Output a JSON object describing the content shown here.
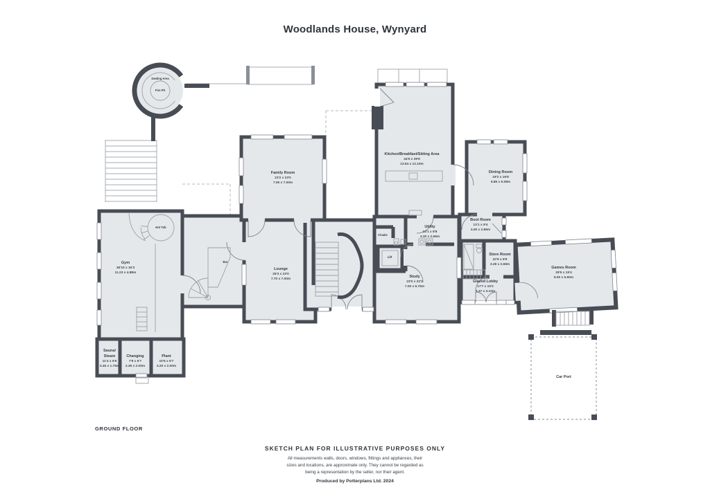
{
  "title": "Woodlands House, Wynyard",
  "floor_label": "GROUND FLOOR",
  "plan": {
    "rooms": {
      "seating": {
        "name": "Seating Area"
      },
      "firepit": {
        "name": "Fire Pit"
      },
      "family": {
        "name": "Family Room",
        "imperial": "23'2 x 23'0",
        "metric": "7.06 x 7.00m"
      },
      "kitchen": {
        "name": "Kitchen/Breakfast/Sitting Area",
        "imperial": "44'5 x 39'8",
        "metric": "13.54 x 12.10m"
      },
      "dining": {
        "name": "Dining Room",
        "imperial": "19'2 x 16'8",
        "metric": "5.85 x 5.08m"
      },
      "gym": {
        "name": "Gym",
        "imperial": "36'10 x 16'3",
        "metric": "11.23 x 4.88m"
      },
      "hottub": {
        "name": "Hot Tub"
      },
      "bar": {
        "name": "Bar"
      },
      "lounge": {
        "name": "Lounge",
        "imperial": "25'3 x 23'0",
        "metric": "7.70 x 7.00m"
      },
      "utility": {
        "name": "Utility",
        "imperial": "14'1 x 8'8",
        "metric": "4.30 x 2.66m"
      },
      "cloaks": {
        "name": "Cloaks"
      },
      "lift": {
        "name": "Lift"
      },
      "study": {
        "name": "Study",
        "imperial": "23'0 x 22'2",
        "metric": "7.00 x 6.75m"
      },
      "boot": {
        "name": "Boot Room",
        "imperial": "13'1 x 9'4",
        "metric": "4.00 x 2.86m"
      },
      "store": {
        "name": "Store Room",
        "imperial": "10'9 x 8'9",
        "metric": "3.28 x 2.68m"
      },
      "lobby": {
        "name": "Glazed Lobby",
        "imperial": "17'7 x 10'2",
        "metric": "5.37 x 3.10m"
      },
      "games": {
        "name": "Games Room",
        "imperial": "29'5 x 19'4",
        "metric": "9.00 x 5.90m"
      },
      "sauna": {
        "name": "Sauna/\nSteam",
        "imperial": "11'4 x 5'9",
        "metric": "3.45 x 1.75m"
      },
      "changing": {
        "name": "Changing",
        "imperial": "7'9 x 6'7",
        "metric": "2.36 x 2.00m"
      },
      "plant": {
        "name": "Plant",
        "imperial": "10'6 x 6'7",
        "metric": "3.20 x 2.00m"
      },
      "carport": {
        "name": "Car Port"
      }
    }
  },
  "footer": {
    "heading": "SKETCH PLAN FOR ILLUSTRATIVE PURPOSES ONLY",
    "line1": "All measurements walls, doors, windows, fittings and appliances, their",
    "line2": "sizes and locations, are approximate only. They cannot be regarded as",
    "line3": "being a representation by the seller, nor their agent.",
    "producer": "Produced by Potterplans Ltd. 2024"
  },
  "colors": {
    "wall": "#474c55",
    "room_fill": "#e5e8eb",
    "thin_line": "#7d838c",
    "light_line": "#a6acb3",
    "background": "#ffffff"
  }
}
